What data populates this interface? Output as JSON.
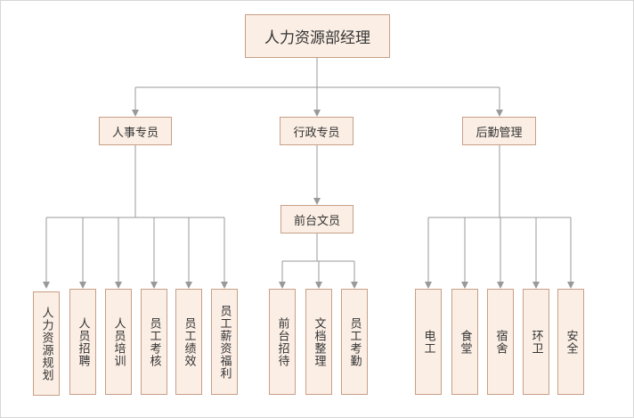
{
  "colors": {
    "box_fill": "#fbeee4",
    "box_border": "#c89f86",
    "line": "#999999",
    "text": "#333333"
  },
  "root": "人力资源部经理",
  "level1": [
    "人事专员",
    "行政专员",
    "后勤管理"
  ],
  "reception": "前台文员",
  "hr_leaves": [
    "人力资源规划",
    "人员招聘",
    "人员培训",
    "员工考核",
    "员工绩效",
    "员工薪资福利"
  ],
  "admin_leaves": [
    "前台招待",
    "文档整理",
    "员工考勤"
  ],
  "logistics_leaves": [
    "电工",
    "食堂",
    "宿舍",
    "环卫",
    "安全"
  ]
}
